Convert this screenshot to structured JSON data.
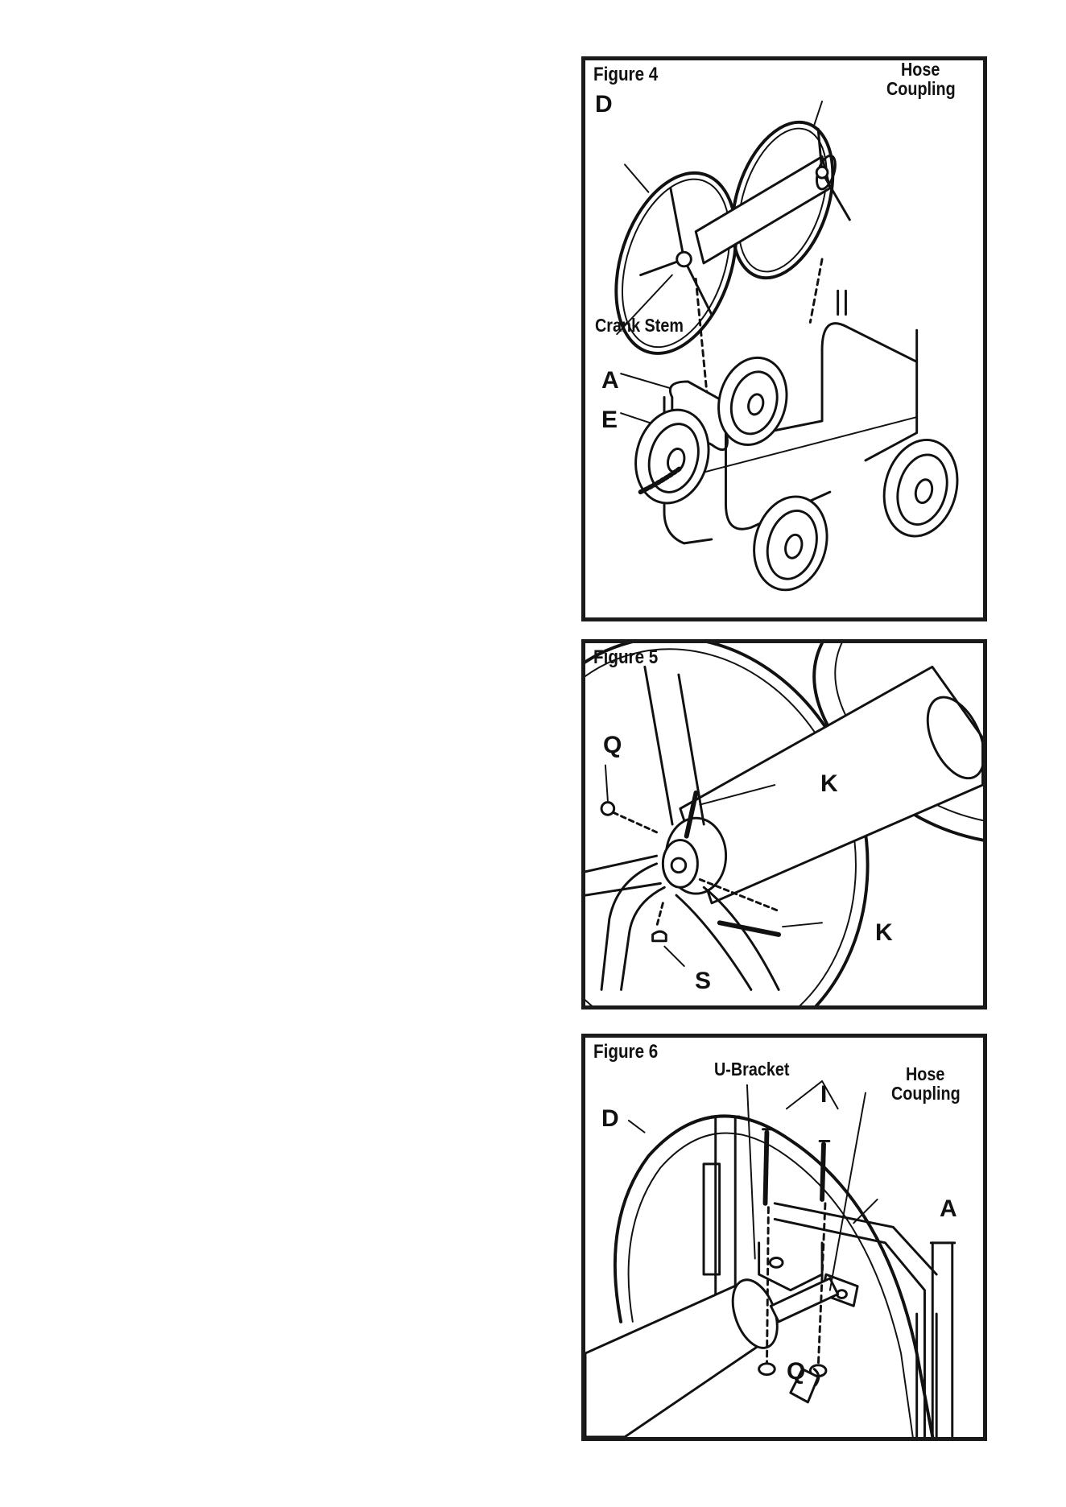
{
  "figures": [
    {
      "title": "Figure 4",
      "labels": {
        "D": "D",
        "hose_coupling_line1": "Hose",
        "hose_coupling_line2": "Coupling",
        "crank_stem": "Crank Stem",
        "A": "A",
        "E": "E"
      }
    },
    {
      "title": "Figure 5",
      "labels": {
        "Q": "Q",
        "K1": "K",
        "K2": "K",
        "S": "S"
      }
    },
    {
      "title": "Figure 6",
      "labels": {
        "u_bracket": "U-Bracket",
        "I": "I",
        "hose_coupling_line1": "Hose",
        "hose_coupling_line2": "Coupling",
        "D": "D",
        "A": "A",
        "Q": "Q"
      }
    }
  ]
}
